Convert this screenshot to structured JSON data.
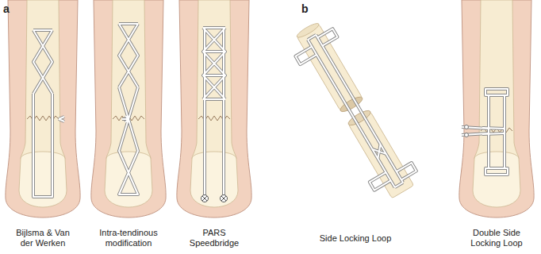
{
  "diagram": {
    "labels": [
      "a",
      "b",
      "Bijlsma & Van der Werken",
      "Intra-tendinous modification",
      "PARS Speedbridge",
      "Side Locking Loop",
      "Double Side Locking Loop"
    ]
  }
}
